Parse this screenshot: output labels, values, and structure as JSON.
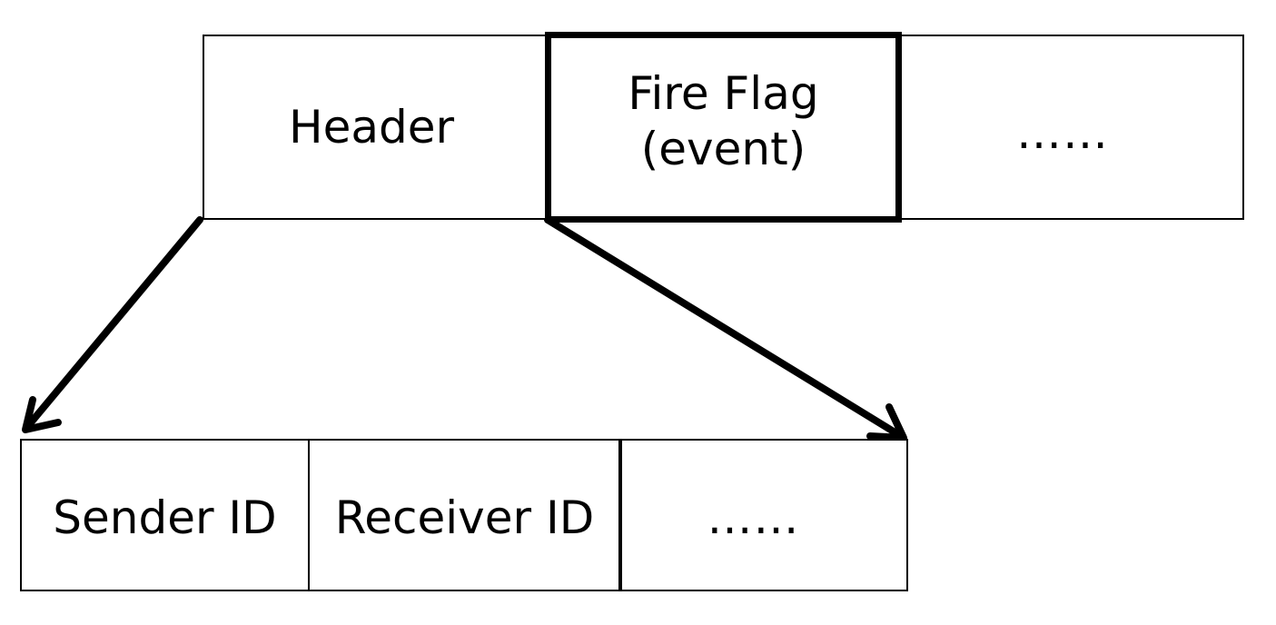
{
  "packet": {
    "header_label": "Header",
    "fire_flag_line1": "Fire Flag",
    "fire_flag_line2": "(event)",
    "ellipsis": "……"
  },
  "header_fields": {
    "sender_label": "Sender ID",
    "receiver_label": "Receiver ID",
    "ellipsis": "……"
  }
}
